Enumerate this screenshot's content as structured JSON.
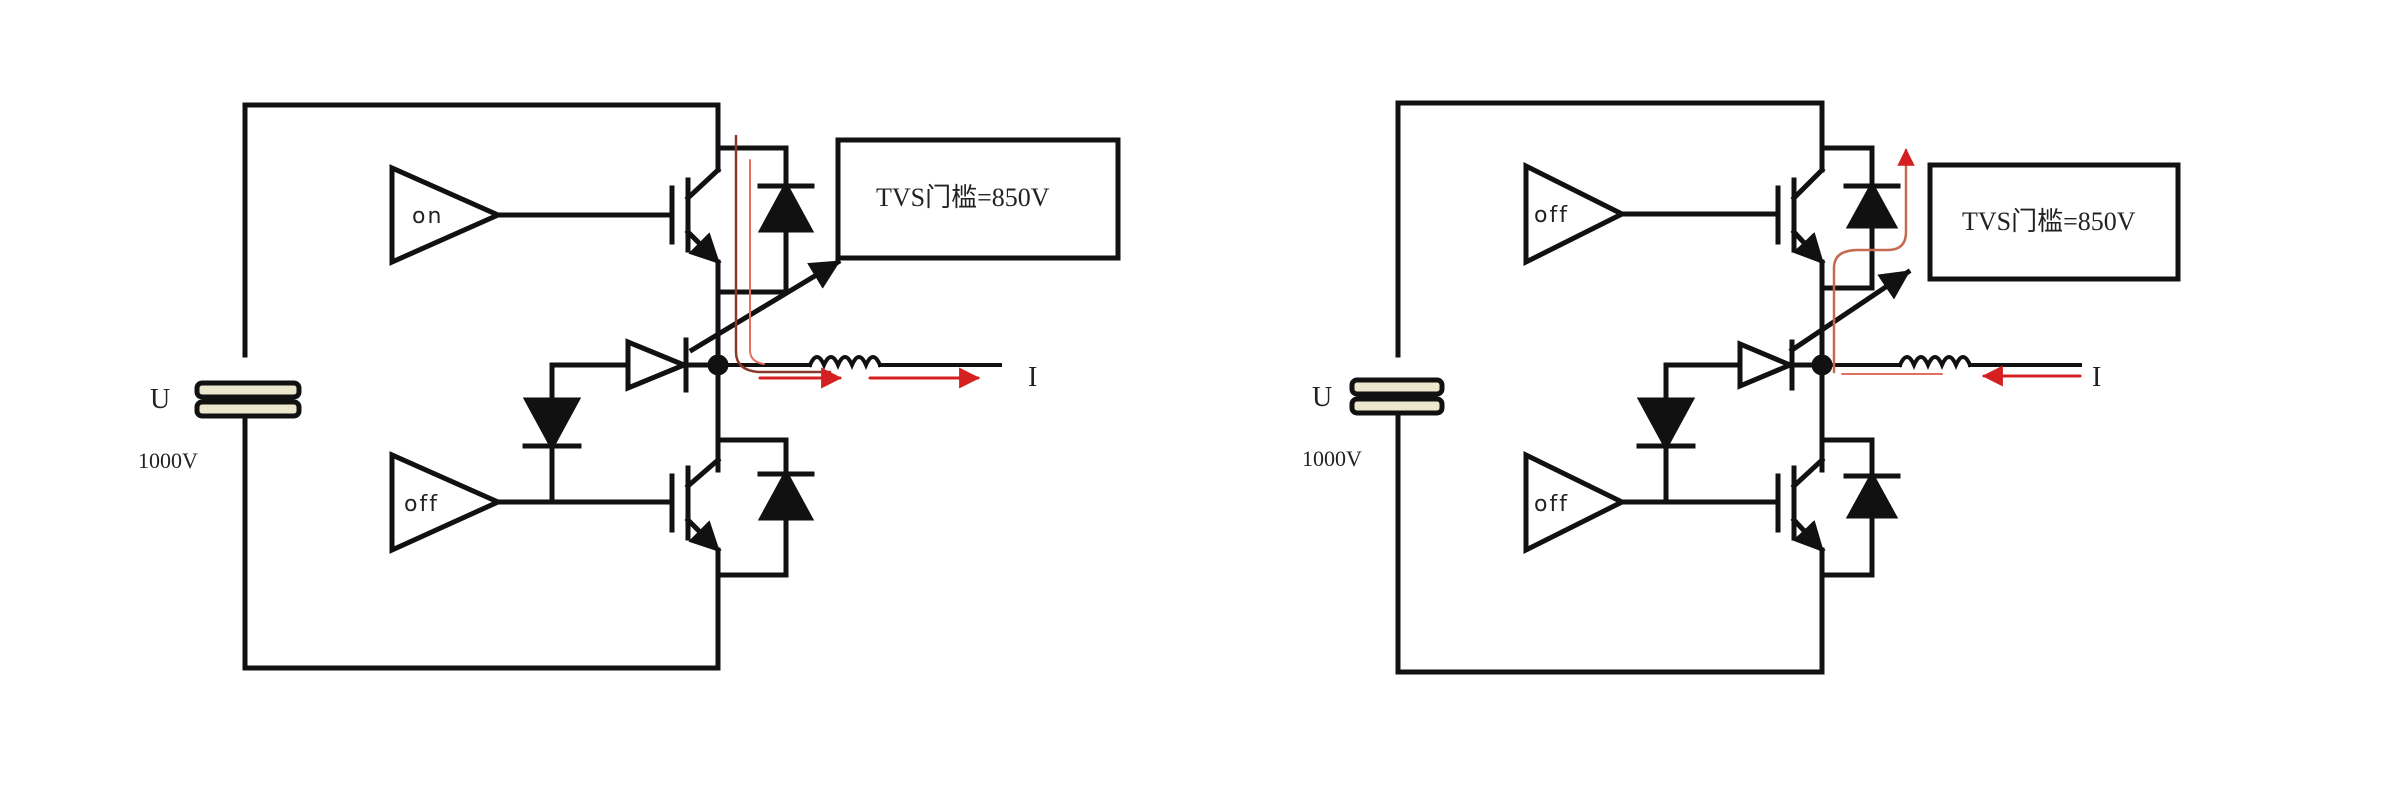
{
  "colors": {
    "wire": "#111111",
    "current": "#d42020",
    "current_faint": "#e07060",
    "current_dark": "#8a3a2a",
    "capacitor_fill": "#ece6cc"
  },
  "left": {
    "cap_label": "U",
    "cap_value": "1000V",
    "amp_top": "on",
    "amp_bottom": "off",
    "tvs_label": "TVS门槛=850V",
    "current_label": "I"
  },
  "right": {
    "cap_label": "U",
    "cap_value": "1000V",
    "amp_top": "off",
    "amp_bottom": "off",
    "tvs_label": "TVS门槛=850V",
    "current_label": "I"
  }
}
